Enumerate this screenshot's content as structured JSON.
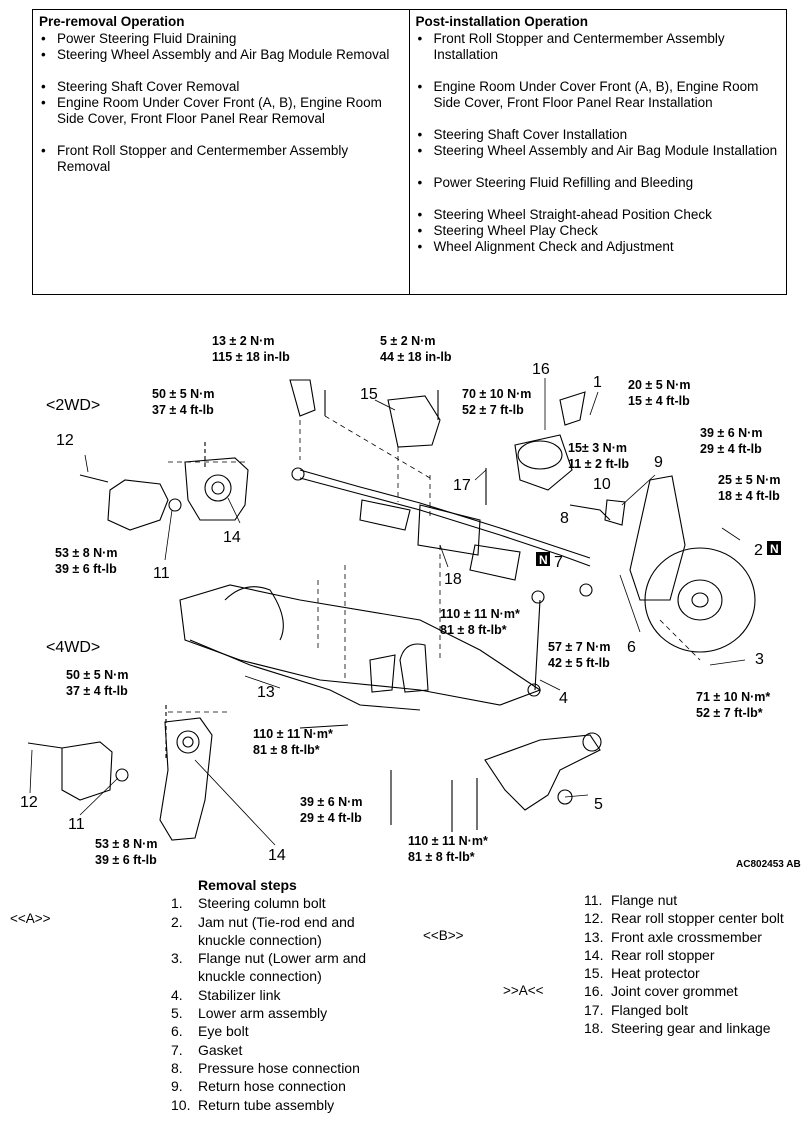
{
  "pre_removal": {
    "heading": "Pre-removal Operation",
    "items": [
      "Power Steering Fluid Draining",
      "Steering Wheel Assembly and Air Bag Module Removal",
      "Steering Shaft Cover Removal",
      "Engine Room Under Cover Front (A, B), Engine Room Side Cover, Front Floor Panel Rear Removal",
      "Front Roll Stopper and Centermember Assembly Removal"
    ]
  },
  "post_installation": {
    "heading": "Post-installation Operation",
    "items": [
      "Front Roll Stopper and Centermember Assembly Installation",
      "Engine Room Under Cover Front (A, B), Engine Room Side Cover, Front Floor Panel Rear Installation",
      "Steering Shaft Cover Installation",
      "Steering Wheel Assembly and Air Bag Module Installation",
      "Power Steering Fluid Refilling and Bleeding",
      "Steering Wheel Straight-ahead Position Check",
      "Steering Wheel Play Check",
      "Wheel Alignment Check and Adjustment"
    ]
  },
  "diagram": {
    "section_2wd": "<2WD>",
    "section_4wd": "<4WD>",
    "figure_code": "AC802453 AB",
    "n_mark": "N",
    "torques": [
      {
        "id": "t1",
        "l1": "13 ± 2 N·m",
        "l2": "115 ± 18 in-lb"
      },
      {
        "id": "t2",
        "l1": "5 ± 2 N·m",
        "l2": "44 ± 18 in-lb"
      },
      {
        "id": "t3",
        "l1": "50 ± 5 N·m",
        "l2": "37 ± 4 ft-lb"
      },
      {
        "id": "t4",
        "l1": "70 ± 10 N·m",
        "l2": "52 ± 7 ft-lb"
      },
      {
        "id": "t5",
        "l1": "20 ± 5 N·m",
        "l2": "15 ± 4 ft-lb"
      },
      {
        "id": "t6",
        "l1": "15± 3 N·m",
        "l2": "11 ± 2 ft-lb"
      },
      {
        "id": "t7",
        "l1": "39 ± 6 N·m",
        "l2": "29 ± 4 ft-lb"
      },
      {
        "id": "t8",
        "l1": "25 ± 5 N·m",
        "l2": "18 ± 4 ft-lb"
      },
      {
        "id": "t9",
        "l1": "53 ± 8 N·m",
        "l2": "39 ± 6 ft-lb"
      },
      {
        "id": "t10",
        "l1": "110 ± 11 N·m*",
        "l2": "81 ± 8 ft-lb*"
      },
      {
        "id": "t11",
        "l1": "57 ± 7 N·m",
        "l2": "42 ± 5 ft-lb"
      },
      {
        "id": "t12",
        "l1": "50 ± 5 N·m",
        "l2": "37 ± 4 ft-lb"
      },
      {
        "id": "t13",
        "l1": "71 ± 10 N·m*",
        "l2": "52 ± 7 ft-lb*"
      },
      {
        "id": "t14",
        "l1": "110 ± 11 N·m*",
        "l2": "81 ± 8 ft-lb*"
      },
      {
        "id": "t15",
        "l1": "39 ± 6 N·m",
        "l2": "29 ± 4 ft-lb"
      },
      {
        "id": "t16",
        "l1": "53 ± 8 N·m",
        "l2": "39 ± 6 ft-lb"
      },
      {
        "id": "t17",
        "l1": "110 ± 11 N·m*",
        "l2": "81 ± 8 ft-lb*"
      }
    ],
    "callouts": [
      {
        "id": "c1",
        "label": "1"
      },
      {
        "id": "c2",
        "label": "2"
      },
      {
        "id": "c3",
        "label": "3"
      },
      {
        "id": "c4",
        "label": "4"
      },
      {
        "id": "c5",
        "label": "5"
      },
      {
        "id": "c6",
        "label": "6"
      },
      {
        "id": "c7",
        "label": "7"
      },
      {
        "id": "c8",
        "label": "8"
      },
      {
        "id": "c9",
        "label": "9"
      },
      {
        "id": "c10",
        "label": "10"
      },
      {
        "id": "c11a",
        "label": "11"
      },
      {
        "id": "c11b",
        "label": "11"
      },
      {
        "id": "c12a",
        "label": "12"
      },
      {
        "id": "c12b",
        "label": "12"
      },
      {
        "id": "c13",
        "label": "13"
      },
      {
        "id": "c14a",
        "label": "14"
      },
      {
        "id": "c14b",
        "label": "14"
      },
      {
        "id": "c15",
        "label": "15"
      },
      {
        "id": "c16",
        "label": "16"
      },
      {
        "id": "c17",
        "label": "17"
      },
      {
        "id": "c18",
        "label": "18"
      }
    ]
  },
  "removal_steps": {
    "heading": "Removal steps",
    "left": [
      {
        "n": "1.",
        "text": "Steering column bolt"
      },
      {
        "n": "2.",
        "text": "Jam nut (Tie-rod end and knuckle connection)"
      },
      {
        "n": "3.",
        "text": "Flange nut (Lower arm and knuckle connection)"
      },
      {
        "n": "4.",
        "text": "Stabilizer link"
      },
      {
        "n": "5.",
        "text": "Lower arm assembly"
      },
      {
        "n": "6.",
        "text": "Eye bolt"
      },
      {
        "n": "7.",
        "text": "Gasket"
      },
      {
        "n": "8.",
        "text": "Pressure hose connection"
      },
      {
        "n": "9.",
        "text": "Return hose connection"
      },
      {
        "n": "10.",
        "text": "Return tube assembly"
      }
    ],
    "right": [
      {
        "n": "11.",
        "text": "Flange nut"
      },
      {
        "n": "12.",
        "text": "Rear roll stopper center bolt"
      },
      {
        "n": "13.",
        "text": "Front axle crossmember"
      },
      {
        "n": "14.",
        "text": "Rear roll stopper"
      },
      {
        "n": "15.",
        "text": "Heat protector"
      },
      {
        "n": "16.",
        "text": "Joint cover grommet"
      },
      {
        "n": "17.",
        "text": "Flanged bolt"
      },
      {
        "n": "18.",
        "text": "Steering gear and linkage"
      }
    ],
    "marks": {
      "a_left": "<<A>>",
      "b": "<<B>>",
      "a_right": ">>A<<"
    }
  }
}
